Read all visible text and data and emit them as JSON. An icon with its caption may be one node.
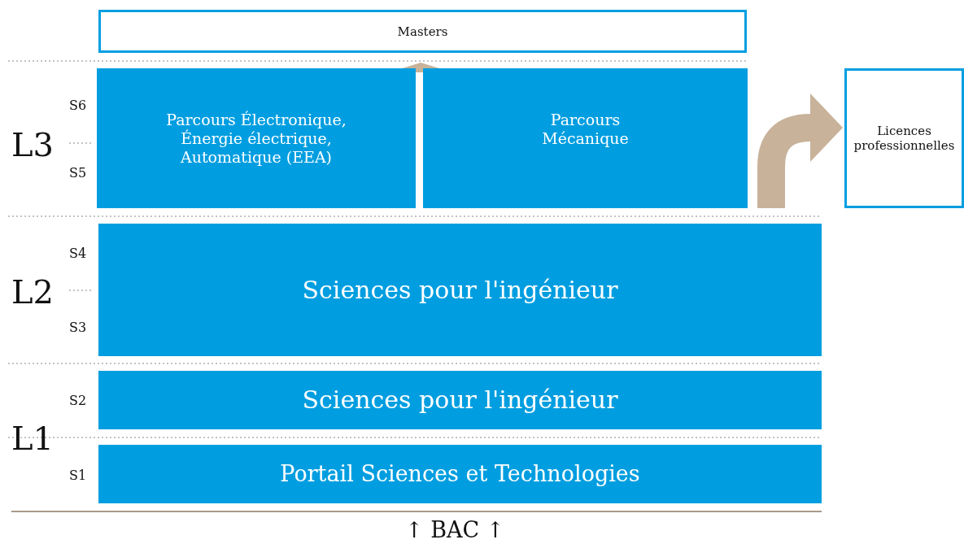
{
  "diagram": {
    "nodes": [
      {
        "text": [
          "Masters"
        ]
      },
      {
        "text": [
          "Parcours Électronique, Énergie électrique, Automatique (EEA)"
        ]
      },
      {
        "text": [
          "Parcours Mécanique"
        ]
      },
      {
        "text": [
          "Licences professionnelles"
        ]
      },
      {
        "text": [
          "Sciences pour l'ingénieur"
        ]
      },
      {
        "text": [
          "Sciences pour l'ingénieur"
        ]
      },
      {
        "text": [
          "Portail Sciences et Technologies"
        ]
      }
    ],
    "edges": [
      {
        "from": 1,
        "to": 0,
        "arrow": "to"
      },
      {
        "from": 2,
        "to": 0,
        "arrow": "to"
      },
      {
        "from": null,
        "to": 3,
        "arrow": "to",
        "style": "thick"
      }
    ],
    "labels": [
      "S6",
      "L3",
      "S5",
      "S4",
      "L2",
      "S3",
      "S2",
      "L1",
      "S1",
      "↑ BAC ↑"
    ]
  }
}
